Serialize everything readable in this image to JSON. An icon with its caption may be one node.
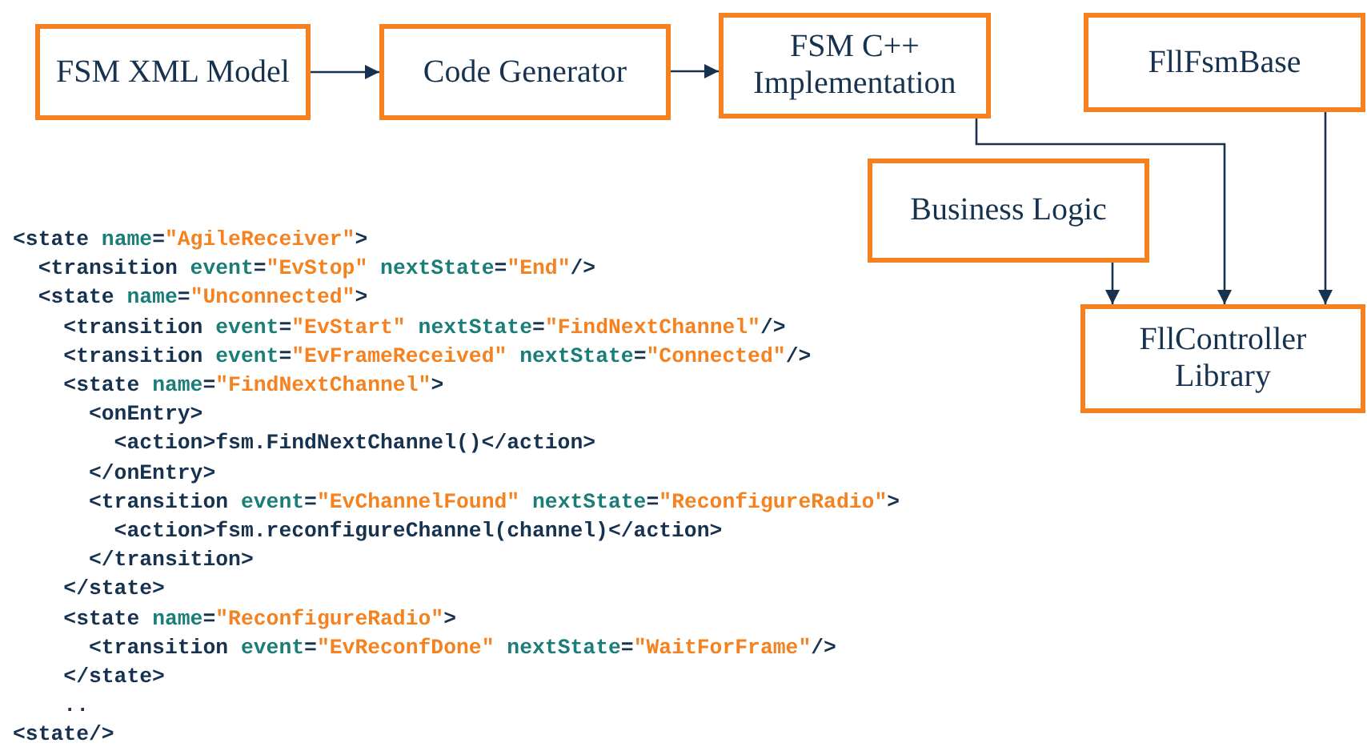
{
  "diagram": {
    "nodes": [
      {
        "text": [
          "FSM XML Model"
        ]
      },
      {
        "text": [
          "Code Generator"
        ]
      },
      {
        "text": [
          "FSM C++ Implementation"
        ]
      },
      {
        "text": [
          "FllFsmBase"
        ]
      },
      {
        "text": [
          "Business Logic"
        ]
      },
      {
        "text": [
          "FllController Library"
        ]
      }
    ],
    "edges": [
      {
        "from": 0,
        "to": 1,
        "arrow": "to"
      },
      {
        "from": 1,
        "to": 2,
        "arrow": "to"
      },
      {
        "from": 2,
        "to": 5,
        "arrow": "to"
      },
      {
        "from": 4,
        "to": 5,
        "arrow": "to"
      },
      {
        "from": 3,
        "to": 5,
        "arrow": "to"
      }
    ],
    "labels": [
      "<state name=\"AgileReceiver\">",
      "  <transition event=\"EvStop\" nextState=\"End\"/>",
      "  <state name=\"Unconnected\">",
      "    <transition event=\"EvStart\" nextState=\"FindNextChannel\"/>",
      "    <transition event=\"EvFrameReceived\" nextState=\"Connected\"/>",
      "    <state name=\"FindNextChannel\">",
      "      <onEntry>",
      "        <action>fsm.FindNextChannel()</action>",
      "      </onEntry>",
      "      <transition event=\"EvChannelFound\" nextState=\"ReconfigureRadio\">",
      "        <action>fsm.reconfigureChannel(channel)</action>",
      "      </transition>",
      "    </state>",
      "    <state name=\"ReconfigureRadio\">",
      "      <transition event=\"EvReconfDone\" nextState=\"WaitForFrame\"/>",
      "    </state>",
      "    ..",
      "<state/>"
    ]
  }
}
